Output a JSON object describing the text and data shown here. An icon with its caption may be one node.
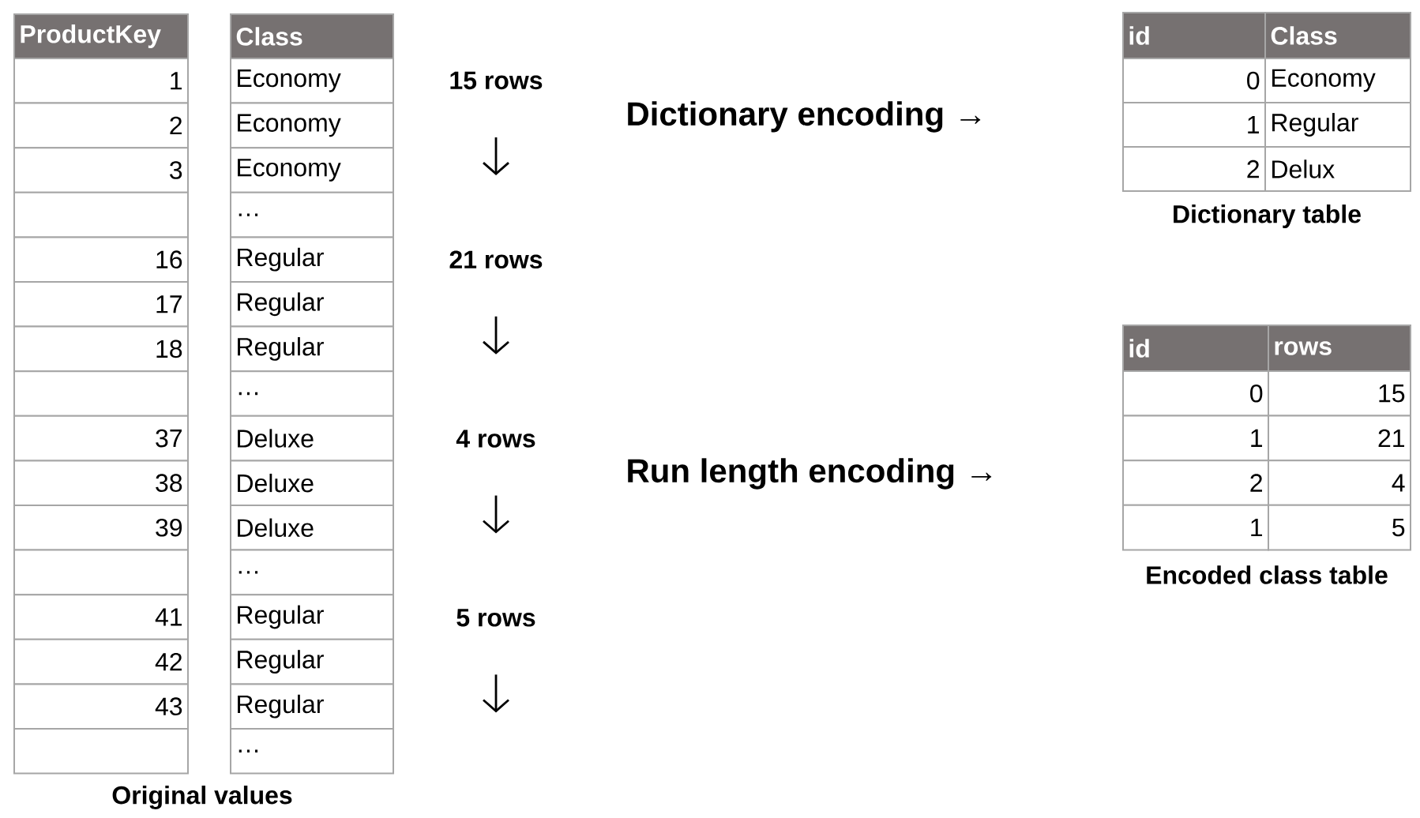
{
  "diagram": {
    "labels": [
      "ProductKey",
      "Class",
      "1",
      "Economy",
      "2",
      "Economy",
      "3",
      "Economy",
      "…",
      "16",
      "Regular",
      "17",
      "Regular",
      "18",
      "Regular",
      "…",
      "37",
      "Deluxe",
      "38",
      "Deluxe",
      "39",
      "Deluxe",
      "…",
      "41",
      "Regular",
      "42",
      "Regular",
      "43",
      "Regular",
      "…",
      "15 rows",
      "21 rows",
      "4 rows",
      "5 rows",
      "Original values",
      "Dictionary encoding →",
      "id",
      "Class",
      "0",
      "Economy",
      "1",
      "Regular",
      "2",
      "Delux",
      "Dictionary table",
      "Run length encoding →",
      "id",
      "rows",
      "0",
      "15",
      "1",
      "21",
      "2",
      "4",
      "1",
      "5",
      "Encoded class table"
    ]
  }
}
